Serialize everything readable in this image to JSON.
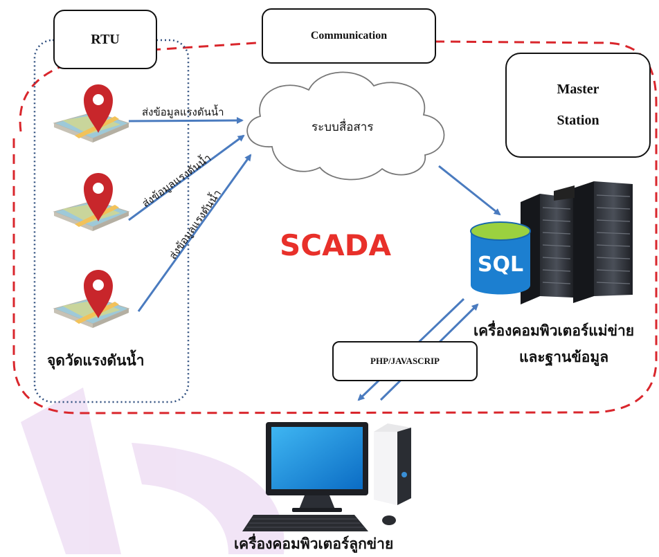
{
  "labels": {
    "rtu": "RTU",
    "communication": "Communication",
    "master_line1": "Master",
    "master_line2": "Station",
    "cloud": "ระบบสื่อสาร",
    "scada": "SCADA",
    "sql": "SQL",
    "send_data": "ส่งข้อมูลแรงดันน้ำ",
    "measure_points": "จุดวัดแรงดันน้ำ",
    "server_line1": "เครื่องคอมพิวเตอร์แม่ข่าย",
    "server_line2": "และฐานข้อมูล",
    "php_js": "PHP/JAVASCRIP",
    "client": "เครื่องคอมพิวเตอร์ลูกข่าย"
  },
  "colors": {
    "scada_red": "#e8302a",
    "dashed_red": "#d9262c",
    "dotted_blue": "#2f4f7f",
    "arrow_blue": "#4a7bbf",
    "pin_red": "#c8262b",
    "sql_blue": "#1c7fd0",
    "sql_green": "#9bd13f",
    "watermark": "#e6cdee"
  },
  "icons": [
    "map-pin-icon",
    "cloud-icon",
    "server-rack-icon",
    "sql-database-icon",
    "desktop-computer-icon"
  ]
}
